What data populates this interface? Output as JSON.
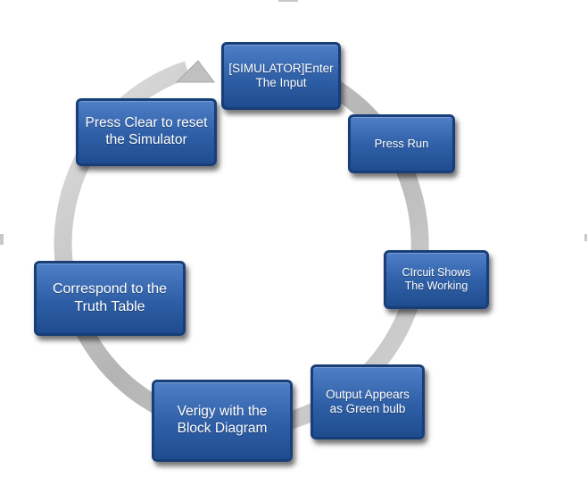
{
  "diagram": {
    "type": "cycle",
    "steps": [
      {
        "id": "step-1",
        "label": "[SIMULATOR]Enter The Input"
      },
      {
        "id": "step-2",
        "label": "Press Run"
      },
      {
        "id": "step-3",
        "label": "CIrcuit Shows The Working"
      },
      {
        "id": "step-4",
        "label": "Output Appears as Green bulb"
      },
      {
        "id": "step-5",
        "label": "Verigy with the Block Diagram"
      },
      {
        "id": "step-6",
        "label": "Correspond to the Truth Table"
      },
      {
        "id": "step-7",
        "label": "Press Clear to reset the Simulator"
      }
    ],
    "colors": {
      "box_fill": "#2e5fa6",
      "box_border": "#173e78",
      "ring": "#b8b8b8",
      "text": "#ffffff"
    }
  }
}
